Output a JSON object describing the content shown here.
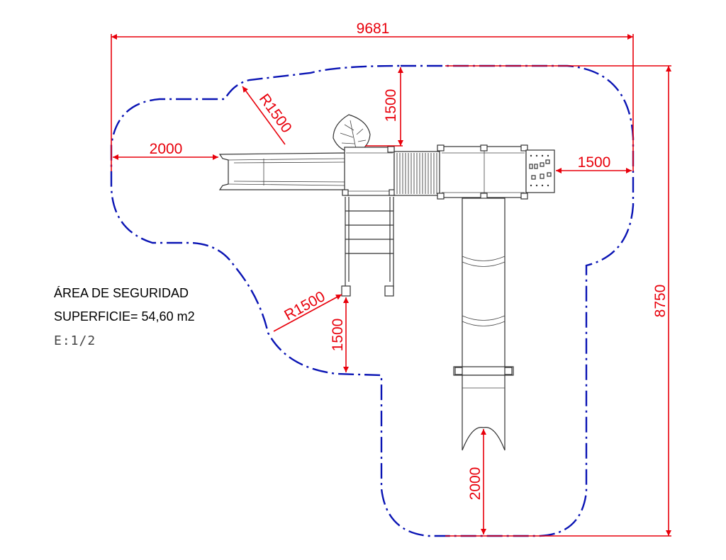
{
  "colors": {
    "dimension": "#e8000b",
    "safety_area": "#0a14b4",
    "equipment": "#333333",
    "text": "#000000"
  },
  "dimensions": {
    "overall_width": "9681",
    "overall_depth": "8750",
    "left_slide_clearance": "2000",
    "top_clearance": "1500",
    "right_panel_clearance": "1500",
    "ladder_clearance": "1500",
    "tube_slide_exit_clearance": "2000",
    "radius_top_left": "R1500",
    "radius_ladder": "R1500"
  },
  "notes": {
    "area_title": "ÁREA DE SEGURIDAD",
    "surface": "SUPERFICIE= 54,60 m2",
    "scale": "E:1/2"
  }
}
